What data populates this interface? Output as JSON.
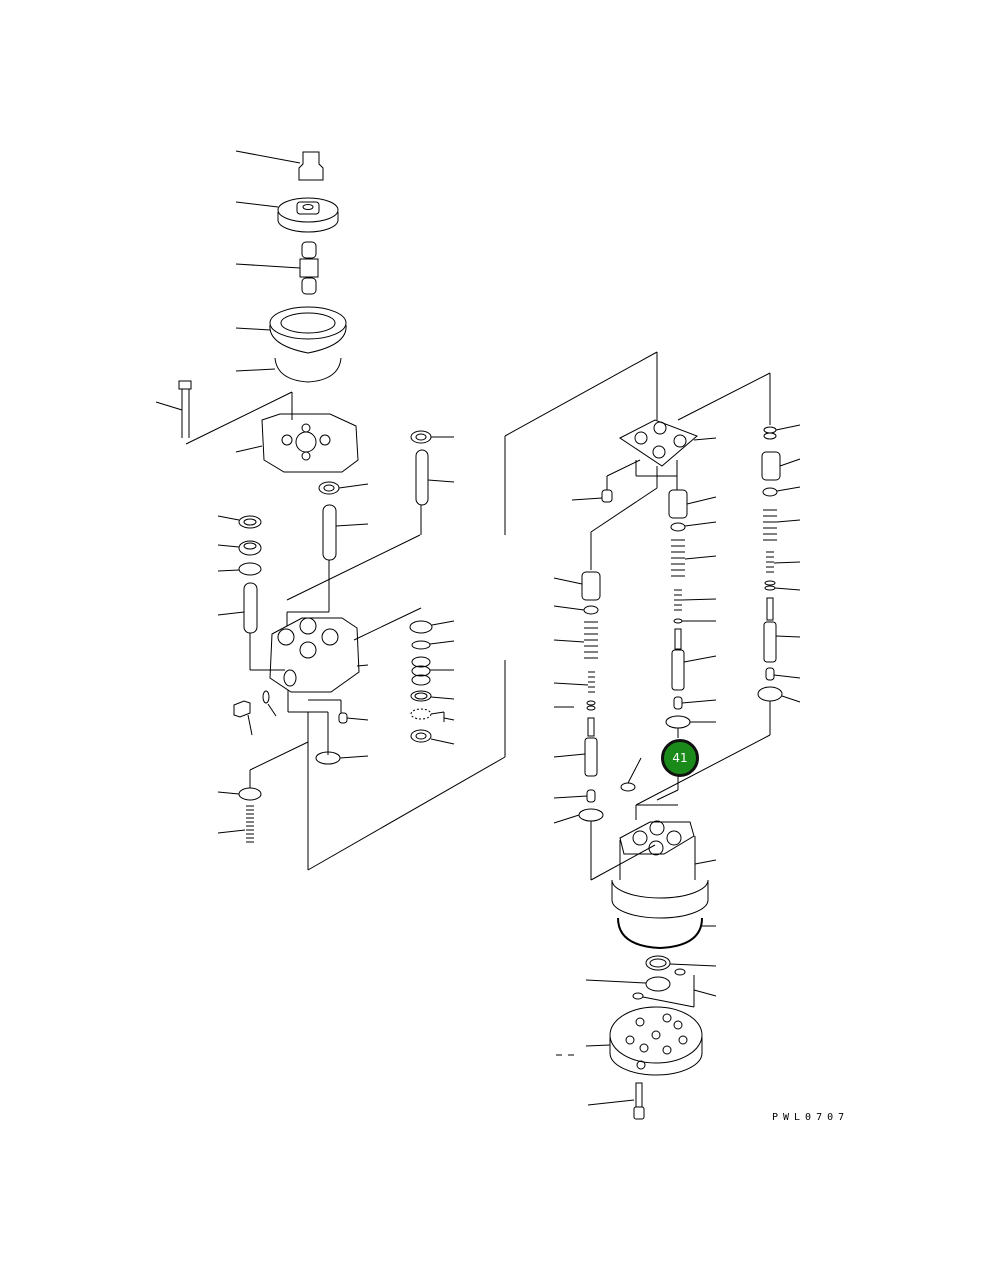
{
  "diagram": {
    "type": "exploded parts diagram",
    "drawing_code": "PWL0707",
    "highlighted_callout": {
      "label": "41",
      "color": "#1a8a1a",
      "border": "#111111"
    },
    "line_color": "#000000",
    "background": "#ffffff"
  }
}
